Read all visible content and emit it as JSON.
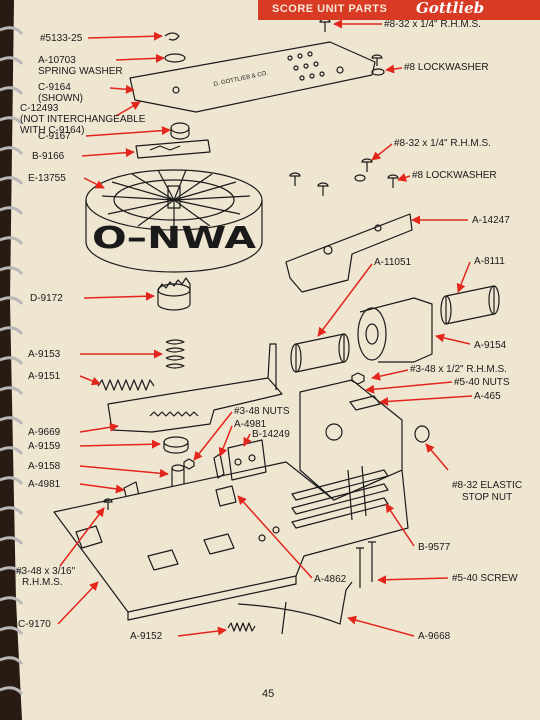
{
  "header": {
    "title": "SCORE UNIT PARTS",
    "brand": "Gottlieb"
  },
  "page_number": "45",
  "drum": {
    "characters": "O–NWA",
    "plate_text": "D. GOTTLIEB & CO."
  },
  "colors": {
    "page": "#efe6d2",
    "ink": "#1a1a1a",
    "leader": "#e2261c",
    "header": "#d93a24",
    "binding": "#2a1a14"
  },
  "labels": {
    "p5133_25": "#5133-25",
    "a10703": "A-10703",
    "spring_washer": "SPRING WASHER",
    "c9164": "C-9164",
    "shown": "(SHOWN)",
    "c12493": "C-12493",
    "not_interchangeable": "(NOT INTERCHANGEABLE",
    "with_c9164": "WITH C-9164)",
    "c9167": "C-9167",
    "b9166": "B-9166",
    "e13755": "E-13755",
    "d9172": "D-9172",
    "a9153": "A-9153",
    "a9151": "A-9151",
    "a9669": "A-9669",
    "a9159": "A-9159",
    "a9158": "A-9158",
    "a4981_left": "A-4981",
    "screw_3_48_316": "#3-48 x 3/16\"",
    "rhms_left": "R.H.M.S.",
    "c9170": "C-9170",
    "a9152": "A-9152",
    "screw_8_32_top": "#8-32 x 1/4\" R.H.M.S.",
    "lockwasher_top": "#8 LOCKWASHER",
    "screw_8_32_mid": "#8-32 x 1/4\" R.H.M.S.",
    "lockwasher_mid": "#8 LOCKWASHER",
    "a14247": "A-14247",
    "a11051": "A-11051",
    "a8111": "A-8111",
    "a9154": "A-9154",
    "screw_3_48_12": "#3-48 x 1/2\" R.H.M.S.",
    "nuts_5_40": "#5-40 NUTS",
    "a465": "A-465",
    "nuts_3_48": "#3-48 NUTS",
    "a4981_mid": "A-4981",
    "b14249": "B-14249",
    "elastic_nut_1": "#8-32 ELASTIC",
    "elastic_nut_2": "STOP NUT",
    "b9577": "B-9577",
    "screw_5_40": "#5-40 SCREW",
    "a4862": "A-4862",
    "a9668": "A-9668"
  }
}
